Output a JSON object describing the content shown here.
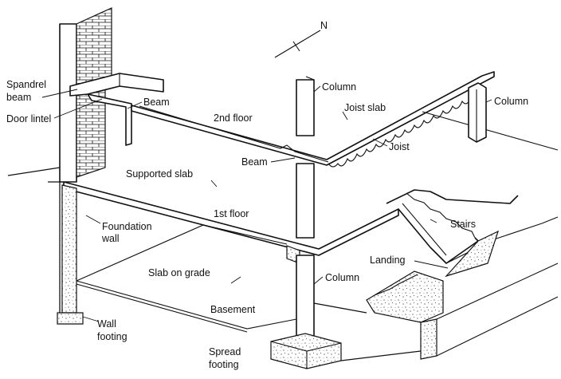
{
  "labels": {
    "spandrel_beam": [
      "Spandrel",
      "beam"
    ],
    "door_lintel": "Door lintel",
    "beam_upper": "Beam",
    "second_floor": "2nd floor",
    "column_upper": "Column",
    "joist_slab": "Joist slab",
    "column_right": "Column",
    "joist": "Joist",
    "beam_mid": "Beam",
    "supported_slab": "Supported slab",
    "foundation_wall": [
      "Foundation",
      "wall"
    ],
    "first_floor": "1st floor",
    "stairs": "Stairs",
    "landing": "Landing",
    "slab_on_grade": "Slab on grade",
    "column_lower": "Column",
    "basement": "Basement",
    "wall_footing": [
      "Wall",
      "footing"
    ],
    "spread_footing": [
      "Spread",
      "footing"
    ]
  },
  "north_arrow": {
    "label": "N"
  },
  "colors": {
    "line": "#111111",
    "fill": "#ffffff"
  }
}
